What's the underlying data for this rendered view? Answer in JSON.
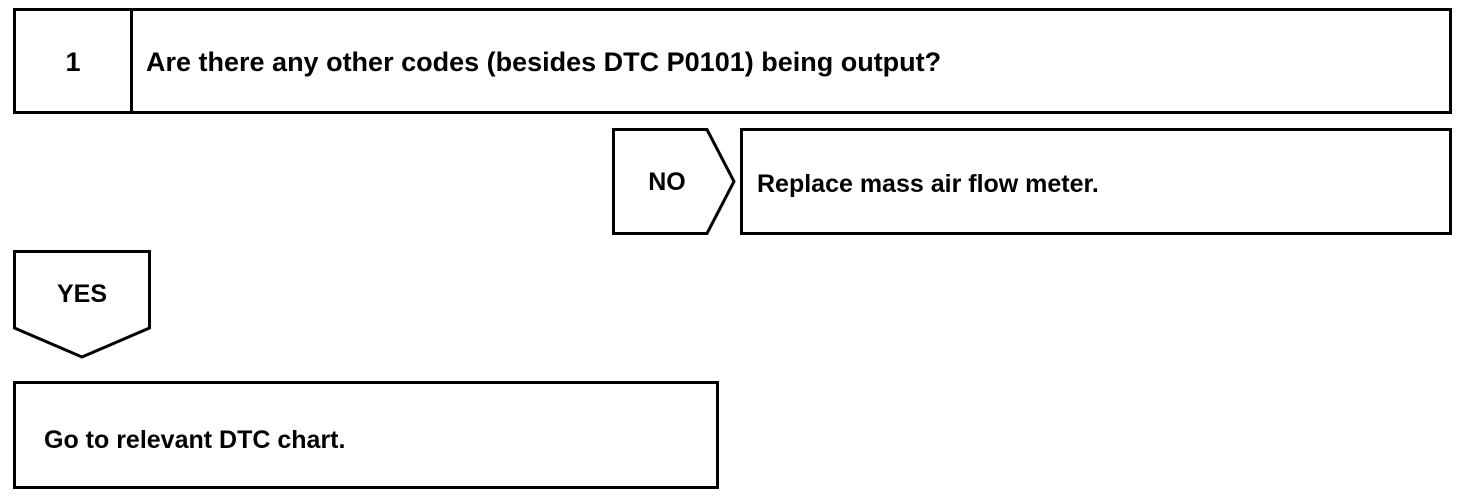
{
  "step": {
    "number": "1",
    "question": "Are there any other codes (besides DTC P0101) being output?"
  },
  "branches": {
    "no": {
      "label": "NO",
      "action": "Replace mass air flow meter."
    },
    "yes": {
      "label": "YES",
      "action": "Go to relevant DTC chart."
    }
  },
  "colors": {
    "line": "#000000",
    "background": "#ffffff"
  }
}
